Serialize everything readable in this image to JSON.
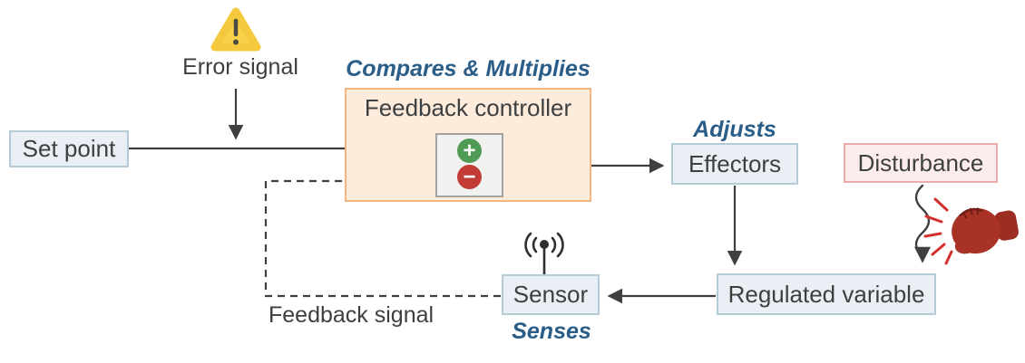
{
  "diagram": {
    "title_hint": "Feedback control loop diagram",
    "nodes": {
      "set_point": "Set point",
      "feedback_controller": "Feedback controller",
      "effectors": "Effectors",
      "disturbance": "Disturbance",
      "regulated_variable": "Regulated variable",
      "sensor": "Sensor"
    },
    "annotations": {
      "error_signal": "Error signal",
      "compares_multiplies": "Compares & Multiplies",
      "adjusts": "Adjusts",
      "senses": "Senses",
      "feedback_signal": "Feedback signal"
    },
    "comparator": {
      "plus": "+",
      "minus": "−"
    },
    "icons": {
      "warning": "warning-triangle",
      "signal": "broadcast-antenna",
      "punch": "boxing-glove"
    },
    "colors": {
      "node_fill": "#e9eff4",
      "node_border": "#b6cbd8",
      "controller_fill": "#fdebdc",
      "controller_border": "#f1b77d",
      "disturbance_fill": "#fdecec",
      "disturbance_border": "#edabab",
      "comparator_fill": "#f1f1f0",
      "comparator_border": "#a2a2a0",
      "plus_green": "#4f9b55",
      "minus_red": "#c23b34",
      "accent_blue": "#2a5d87",
      "warning_yellow": "#f8d24b",
      "arrow": "#3f3f3f",
      "glove_red": "#a93226",
      "impact_red": "#d43030"
    }
  }
}
